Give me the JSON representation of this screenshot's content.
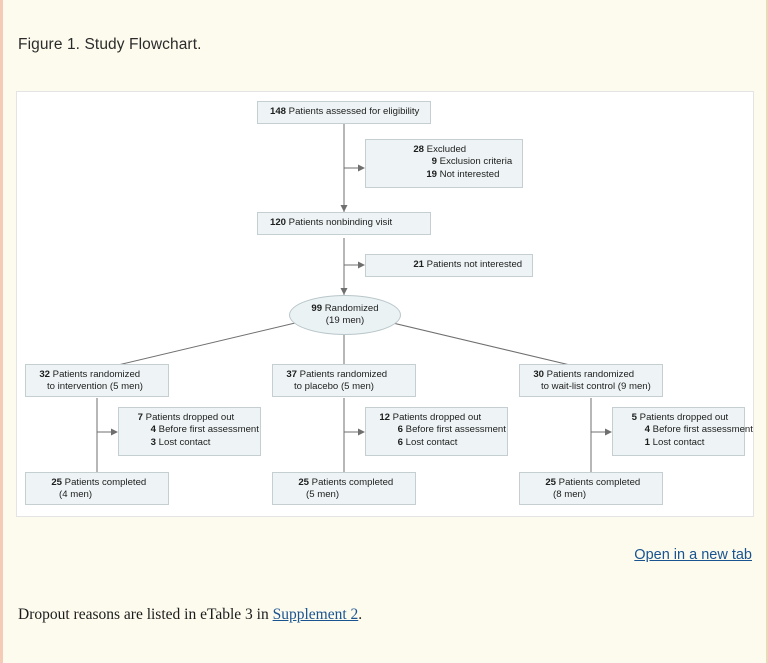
{
  "page": {
    "figure_title": "Figure 1. Study Flowchart.",
    "open_in_new_tab": "Open in a new tab",
    "footnote_prefix": "Dropout reasons are listed in eTable 3 in ",
    "footnote_link": "Supplement 2",
    "footnote_suffix": ".",
    "colors": {
      "page_background": "#fdfbee",
      "panel_background": "#ffffff",
      "node_fill": "#eef4f5",
      "node_border": "#c5cfd2",
      "link": "#1a5490",
      "left_rule": "#f3cbb6"
    }
  },
  "chart_data": {
    "type": "diagram",
    "title": "Figure 1. Study Flowchart.",
    "nodes": [
      {
        "id": "assessed",
        "shape": "box",
        "lines": [
          {
            "num": "148",
            "text": "Patients assessed for eligibility"
          }
        ]
      },
      {
        "id": "excluded",
        "shape": "box",
        "lines": [
          {
            "num": "28",
            "text": "Excluded"
          },
          {
            "num": "9",
            "text": "Exclusion criteria"
          },
          {
            "num": "19",
            "text": "Not interested"
          }
        ]
      },
      {
        "id": "nonbinding",
        "shape": "box",
        "lines": [
          {
            "num": "120",
            "text": "Patients nonbinding visit"
          }
        ]
      },
      {
        "id": "not-interested",
        "shape": "box",
        "lines": [
          {
            "num": "21",
            "text": "Patients not interested"
          }
        ]
      },
      {
        "id": "randomized",
        "shape": "oval",
        "num": "99",
        "text": "Randomized",
        "sub": "(19 men)"
      },
      {
        "id": "arm-intervention",
        "shape": "box",
        "lines": [
          {
            "num": "32",
            "text": "Patients randomized"
          },
          {
            "num": "",
            "text": "to intervention (5 men)"
          }
        ]
      },
      {
        "id": "arm-placebo",
        "shape": "box",
        "lines": [
          {
            "num": "37",
            "text": "Patients randomized"
          },
          {
            "num": "",
            "text": "to placebo  (5 men)"
          }
        ]
      },
      {
        "id": "arm-waitlist",
        "shape": "box",
        "lines": [
          {
            "num": "30",
            "text": "Patients randomized"
          },
          {
            "num": "",
            "text": "to wait-list control (9 men)"
          }
        ]
      },
      {
        "id": "dropout-intervention",
        "shape": "box",
        "lines": [
          {
            "num": "7",
            "text": "Patients dropped out"
          },
          {
            "num": "4",
            "text": "Before first assessment"
          },
          {
            "num": "3",
            "text": "Lost contact"
          }
        ]
      },
      {
        "id": "dropout-placebo",
        "shape": "box",
        "lines": [
          {
            "num": "12",
            "text": "Patients dropped out"
          },
          {
            "num": "6",
            "text": "Before first assessment"
          },
          {
            "num": "6",
            "text": "Lost contact"
          }
        ]
      },
      {
        "id": "dropout-waitlist",
        "shape": "box",
        "lines": [
          {
            "num": "5",
            "text": "Patients dropped out"
          },
          {
            "num": "4",
            "text": "Before first assessment"
          },
          {
            "num": "1",
            "text": "Lost contact"
          }
        ]
      },
      {
        "id": "completed-intervention",
        "shape": "box",
        "lines": [
          {
            "num": "25",
            "text": "Patients completed"
          },
          {
            "num": "",
            "text": "(4 men)"
          }
        ]
      },
      {
        "id": "completed-placebo",
        "shape": "box",
        "lines": [
          {
            "num": "25",
            "text": "Patients completed"
          },
          {
            "num": "",
            "text": "(5 men)"
          }
        ]
      },
      {
        "id": "completed-waitlist",
        "shape": "box",
        "lines": [
          {
            "num": "25",
            "text": "Patients completed"
          },
          {
            "num": "",
            "text": "(8 men)"
          }
        ]
      }
    ]
  },
  "flow": {
    "assessed": {
      "n": "148",
      "t": "Patients assessed for eligibility"
    },
    "excluded": {
      "n1": "28",
      "t1": "Excluded",
      "n2": "9",
      "t2": "Exclusion criteria",
      "n3": "19",
      "t3": "Not interested"
    },
    "nonbinding": {
      "n": "120",
      "t": "Patients nonbinding visit"
    },
    "notinterested": {
      "n": "21",
      "t": "Patients not interested"
    },
    "randomized": {
      "n": "99",
      "t": "Randomized",
      "sub": "(19 men)"
    },
    "arm1": {
      "n": "32",
      "t": "Patients randomized",
      "t2": "to intervention (5 men)"
    },
    "arm2": {
      "n": "37",
      "t": "Patients randomized",
      "t2": "to placebo  (5 men)"
    },
    "arm3": {
      "n": "30",
      "t": "Patients randomized",
      "t2": "to wait-list control (9 men)"
    },
    "drop1": {
      "n1": "7",
      "t1": "Patients dropped out",
      "n2": "4",
      "t2": "Before first assessment",
      "n3": "3",
      "t3": "Lost contact"
    },
    "drop2": {
      "n1": "12",
      "t1": "Patients dropped out",
      "n2": "6",
      "t2": "Before first assessment",
      "n3": "6",
      "t3": "Lost contact"
    },
    "drop3": {
      "n1": "5",
      "t1": "Patients dropped out",
      "n2": "4",
      "t2": "Before first assessment",
      "n3": "1",
      "t3": "Lost contact"
    },
    "done1": {
      "n": "25",
      "t": "Patients completed",
      "sub": "(4 men)"
    },
    "done2": {
      "n": "25",
      "t": "Patients completed",
      "sub": "(5 men)"
    },
    "done3": {
      "n": "25",
      "t": "Patients completed",
      "sub": "(8 men)"
    }
  }
}
